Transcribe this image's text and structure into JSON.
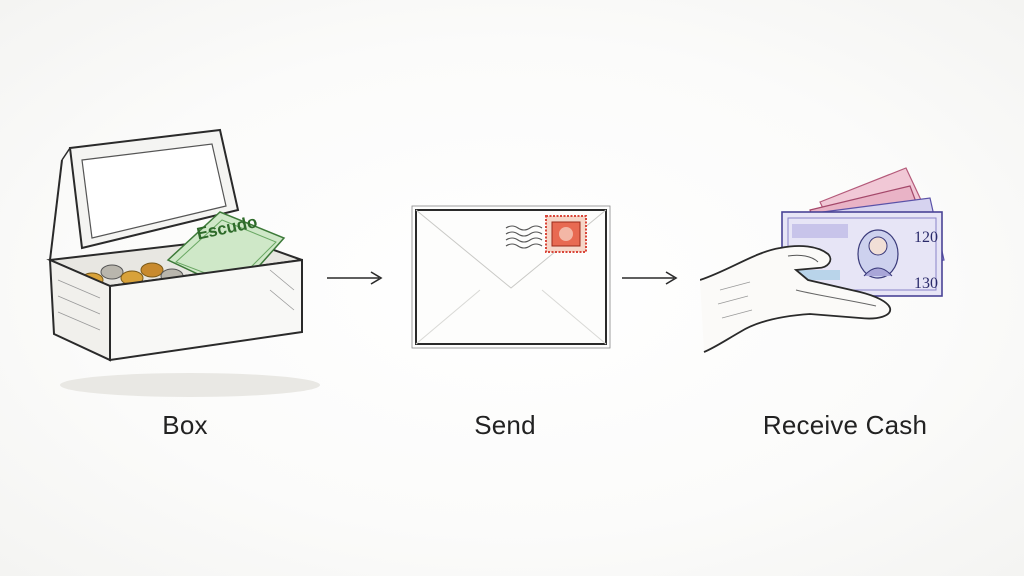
{
  "steps": [
    {
      "label": "Box",
      "icon": "coin-box-icon",
      "banknote_text": "Escudo"
    },
    {
      "label": "Send",
      "icon": "stamped-envelope-icon"
    },
    {
      "label": "Receive Cash",
      "icon": "hand-holding-cash-icon",
      "note_top_value": "120",
      "note_bottom_value": "130"
    }
  ],
  "colors": {
    "ink": "#2a2a2a",
    "coin_gold": "#d8a23a",
    "coin_silver": "#b9b6ad",
    "escudo_green": "#4f9a4a",
    "stamp_red": "#d9463a",
    "note_purple": "#6a63b8",
    "note_pink": "#d98aa8"
  }
}
